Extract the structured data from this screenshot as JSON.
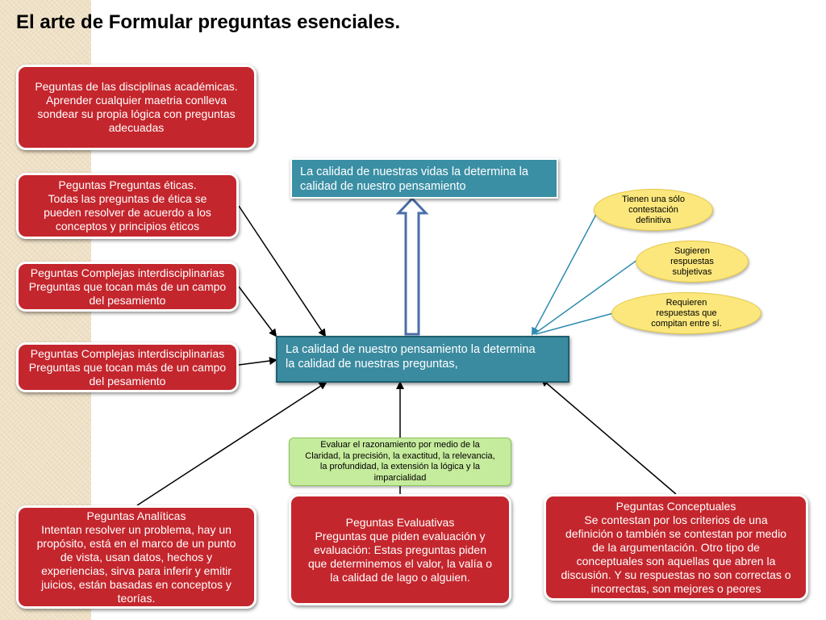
{
  "title": "El arte de Formular preguntas esenciales.",
  "top_statement": "La calidad de nuestras vidas la determina la\ncalidad de nuestro pensamiento",
  "center_statement": "La calidad de nuestro pensamiento la determina\nla calidad de nuestras preguntas,",
  "left_boxes": [
    "Peguntas de las disciplinas académicas.\nAprender cualquier maetria conlleva\nsondear su propia lógica con preguntas\nadecuadas",
    "Peguntas Preguntas éticas.\nTodas las preguntas de ética se\npueden resolver de acuerdo a los\nconceptos y principios éticos",
    "Peguntas Complejas interdisciplinarias\nPreguntas que tocan más de un campo\ndel pesamiento",
    "Peguntas Complejas interdisciplinarias\nPreguntas que tocan más de un campo\ndel pesamiento"
  ],
  "bottom_boxes": {
    "analiticas": "Peguntas Analíticas\nIntentan resolver un problema, hay un\npropósito, está en el marco de un punto\nde vista, usan datos, hechos y\nexperiencias, sirva para inferir y emitir\njuicios, están basadas en conceptos y\nteorías.",
    "evaluativas": "Peguntas Evaluativas\nPreguntas que piden evaluación y\nevaluación: Estas preguntas piden\nque determinemos el valor, la valía o\nla calidad de lago o alguien.",
    "conceptuales": "Peguntas Conceptuales\nSe contestan por los criterios de una\ndefinición o también se contestan por medio\nde la argumentación. Otro tipo de\nconceptuales son aquellas que abren la\ndiscusión. Y su respuestas no son correctas o\nincorrectas, son mejores o peores"
  },
  "green_note": "Evaluar el razonamiento por medio de la\nClaridad, la precisión, la exactitud, la relevancia,\nla profundidad, la extensión la lógica y la\nimparcialidad",
  "ellipses": [
    "Tienen una sólo\ncontestación\ndefinitiva",
    "Sugieren\nrespuestas\nsubjetivas",
    "Requieren\nrespuestas que\ncompitan entre sí."
  ],
  "colors": {
    "red_box": "#c4262d",
    "teal_box": "#3a8fa4",
    "ellipse": "#fbe77c",
    "green_note": "#c5eb9c",
    "side_strip": "#efe1c6",
    "connector_black": "#000000",
    "connector_blue": "#2e8cb0",
    "arrow_outline": "#4a6ea8"
  }
}
